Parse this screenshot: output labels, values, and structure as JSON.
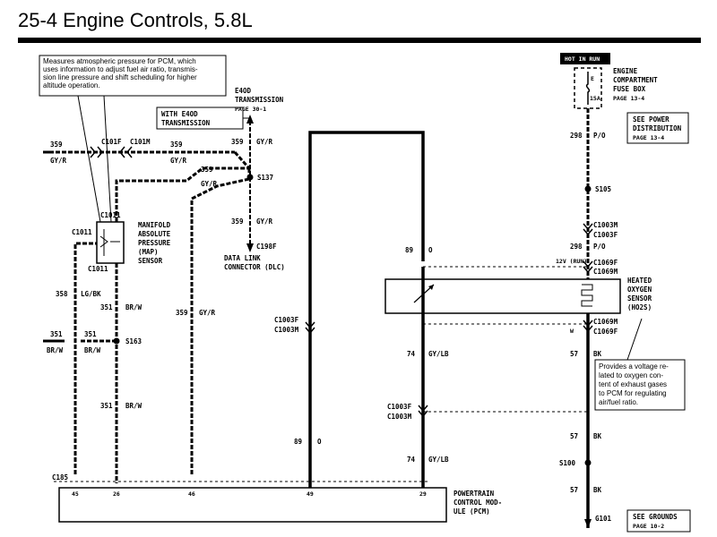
{
  "page": {
    "title": "25-4 Engine Controls, 5.8L"
  },
  "banner": {
    "hot_in_run": "HOT IN RUN"
  },
  "fuse": {
    "id": "E",
    "rating": "15A"
  },
  "notes": {
    "map": [
      "Measures atmospheric pressure for PCM, which",
      "uses information to adjust fuel air ratio, transmis-",
      "sion line pressure and shift scheduling for higher",
      "altitude operation."
    ],
    "ho2s": [
      "Provides a voltage re-",
      "lated to oxygen con-",
      "tent of exhaust gases",
      "to PCM for regulating",
      "air/fuel ratio."
    ]
  },
  "boxes": {
    "e4od": [
      "WITH E4OD",
      "TRANSMISSION"
    ],
    "power_dist": [
      "SEE POWER",
      "DISTRIBUTION",
      "PAGE 13-4"
    ],
    "grounds": [
      "SEE GROUNDS",
      "PAGE 10-2"
    ]
  },
  "labels": {
    "e4od_ref": [
      "E4OD",
      "TRANSMISSION",
      "PAGE 30-1"
    ],
    "fuse_box": [
      "ENGINE",
      "COMPARTMENT",
      "FUSE BOX",
      "PAGE 13-4"
    ],
    "dlc": [
      "DATA LINK",
      "CONNECTOR (DLC)"
    ],
    "map_sensor": [
      "MANIFOLD",
      "ABSOLUTE",
      "PRESSURE",
      "(MAP)",
      "SENSOR"
    ],
    "ho2s": [
      "HEATED",
      "OXYGEN",
      "SENSOR",
      "(HO2S)"
    ],
    "pcm": [
      "POWERTRAIN",
      "CONTROL MOD-",
      "ULE (PCM)"
    ],
    "run12": "12V (RUN)"
  },
  "connectors": {
    "c101f": "C101F",
    "c101m": "C101M",
    "c1011_top": "C1011",
    "c1011_bot": "C1011",
    "c1011_left": "C1011",
    "s137": "S137",
    "c198f": "C198F",
    "s105": "S105",
    "s163": "S163",
    "s100": "S100",
    "c1003m_a": "C1003M",
    "c1003f_a": "C1003F",
    "c1069f_a": "C1069F",
    "c1069m_a": "C1069M",
    "c1069m_b": "C1069M",
    "c1069f_b": "C1069F",
    "c1003f_b": "C1003F",
    "c1003m_b": "C1003M",
    "c1003f_c": "C1003F",
    "c1003m_c": "C1003M",
    "c185": "C185",
    "g101": "G101"
  },
  "wires": {
    "w359_left": "359",
    "gvr_left": "GY/R",
    "w359_top": "359",
    "gvr_top": "GY/R",
    "w359_mid": "359",
    "gvr_mid": "GY/R",
    "w359_s137a": "359",
    "gvr_s137a": "GY/R",
    "w359_s137b": "359",
    "gvr_s137b": "GY/R",
    "w358": "358",
    "lgbk": "LG/BK",
    "w351a": "351",
    "brw_a": "BR/W",
    "w351b": "351",
    "brw_b": "BR/W",
    "w351c": "351",
    "brw_c": "BR/W",
    "w351d": "351",
    "brw_d": "BR/W",
    "w359_low": "359",
    "gvr_low": "GY/R",
    "w89a": "89",
    "o_a": "O",
    "w89b": "89",
    "o_b": "O",
    "w298a": "298",
    "po_a": "P/O",
    "w298b": "298",
    "po_b": "P/O",
    "w74a": "74",
    "gvlb_a": "GY/LB",
    "w74b": "74",
    "gvlb_b": "GY/LB",
    "w57a": "57",
    "bk_a": "BK",
    "w57b": "57",
    "bk_b": "BK",
    "w57c": "57",
    "bk_c": "BK",
    "w_w": "W"
  },
  "pins": {
    "p45": "45",
    "p26": "26",
    "p46": "46",
    "p49": "49",
    "p29": "29"
  }
}
